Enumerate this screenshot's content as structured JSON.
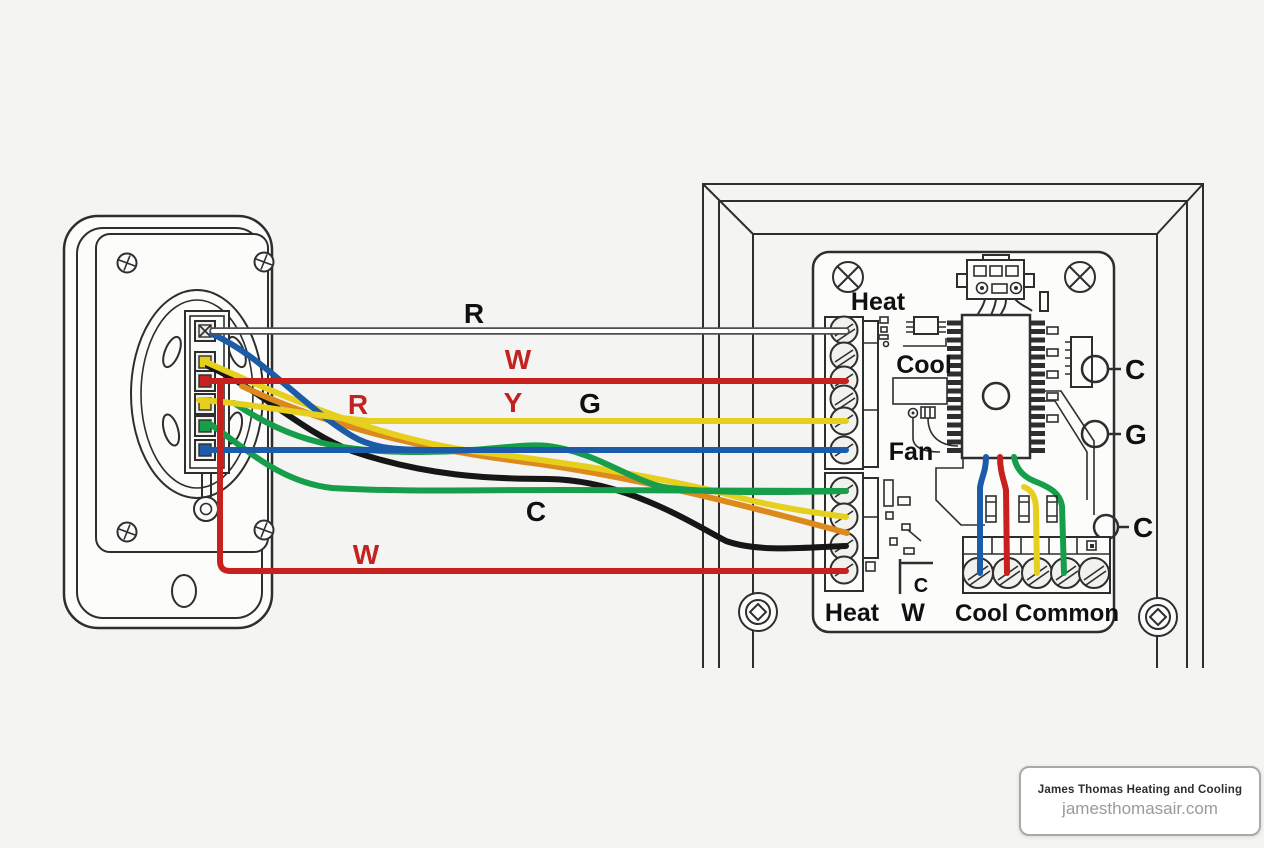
{
  "colors": {
    "red": "#c8201d",
    "yellow": "#e7cf1e",
    "blue": "#1c5ba8",
    "green": "#179e4a",
    "orange": "#dd8a1c",
    "black": "#161616",
    "wire_white": "#ffffff",
    "wire_white_edge": "#4f4f4f",
    "line": "#2e2e2e",
    "label_red": "#c32320",
    "label_black": "#101010"
  },
  "wire_labels": {
    "top_r": "R",
    "upper_w": "W",
    "mid_r": "R",
    "y": "Y",
    "g": "G",
    "c": "C",
    "lower_w": "W"
  },
  "board": {
    "heat_top": "Heat",
    "cool": "Cool",
    "fan": "Fan",
    "term_c_upper": "C",
    "term_g": "G",
    "term_c_lower": "C",
    "heat_bottom": "Heat",
    "c_small": "C",
    "w_bottom": "W",
    "cool_common": "Cool Common"
  },
  "brand": {
    "company": "James Thomas Heating and Cooling",
    "website": "jamesthomasair.com"
  }
}
